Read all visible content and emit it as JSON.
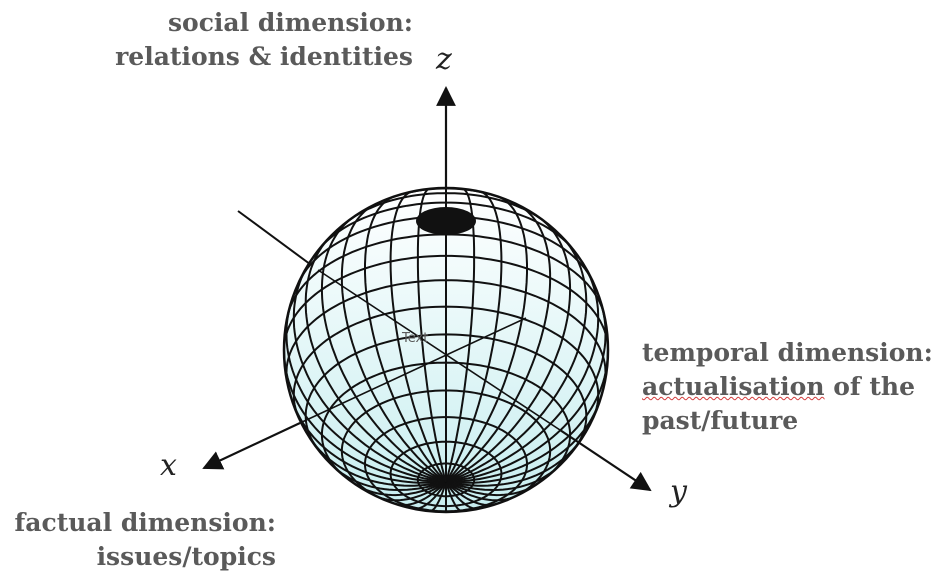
{
  "labels": {
    "social": {
      "line1": "social dimension:",
      "line2": "relations & identities"
    },
    "temporal": {
      "line1": "temporal dimension:",
      "line2_a": "actualisation",
      "line2_b": " of the",
      "line3": "past/future"
    },
    "factual": {
      "line1": "factual dimension:",
      "line2": "issues/topics"
    }
  },
  "axes": {
    "x": "x",
    "y": "y",
    "z": "z"
  },
  "stray_text": "Text",
  "colors": {
    "sphere_top": "#ffffff",
    "sphere_bottom": "#c7eef0",
    "grid": "#111111",
    "text": "#5a5a5a"
  }
}
